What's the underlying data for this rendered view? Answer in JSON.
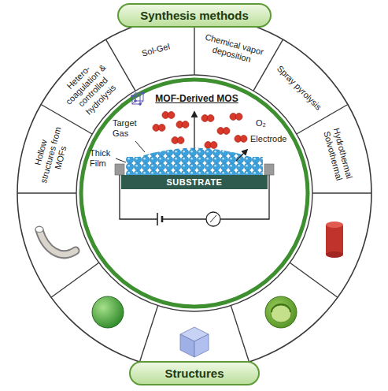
{
  "diagram": {
    "nodes": [
      {
        "text": [
          "Synthesis methods"
        ]
      },
      {
        "text": [
          "Hollow structures from MOFs"
        ]
      },
      {
        "text": [
          "Hetero-coagulation & controlled hydrolysis"
        ]
      },
      {
        "text": [
          "Sol-Gel"
        ]
      },
      {
        "text": [
          "Chemical vapor deposition"
        ]
      },
      {
        "text": [
          "Spray pyrolysis"
        ]
      },
      {
        "text": [
          "Hydrothermal Solvothermal"
        ]
      },
      {
        "text": [
          "SUBSTRATE"
        ]
      },
      {
        "text": [
          "Structures"
        ]
      }
    ],
    "labels": [
      "MOF-Derived MOS",
      "Target Gas",
      "Thick Film",
      "O₂",
      "Electrode"
    ]
  }
}
